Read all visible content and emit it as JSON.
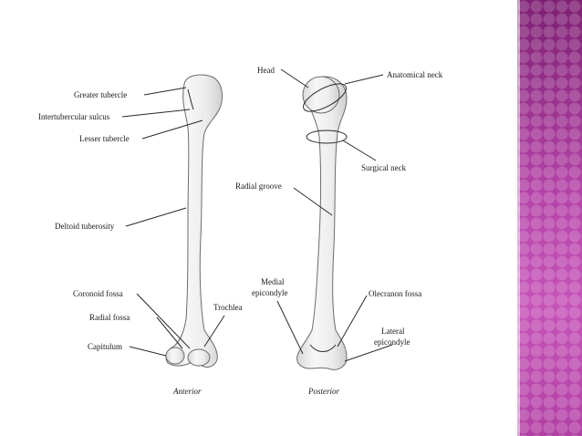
{
  "labels": {
    "head": "Head",
    "anatomical_neck": "Anatomical neck",
    "greater_tubercle": "Greater tubercle",
    "intertubercular_sulcus": "Intertubercular sulcus",
    "lesser_tubercle": "Lesser tubercle",
    "surgical_neck": "Surgical neck",
    "radial_groove": "Radial groove",
    "deltoid_tuberosity": "Deltoid tuberosity",
    "coronoid_fossa": "Coronoid fossa",
    "radial_fossa": "Radial fossa",
    "capitulum": "Capitulum",
    "trochlea": "Trochlea",
    "medial_epicondyle_1": "Medial",
    "medial_epicondyle_2": "epicondyle",
    "olecranon_fossa": "Olecranon fossa",
    "lateral_epicondyle_1": "Lateral",
    "lateral_epicondyle_2": "epicondyle"
  },
  "views": {
    "anterior": "Anterior",
    "posterior": "Posterior"
  },
  "colors": {
    "accent_strip": "#a8379a",
    "bone": "#ececec",
    "outline": "#6c6c6c"
  }
}
